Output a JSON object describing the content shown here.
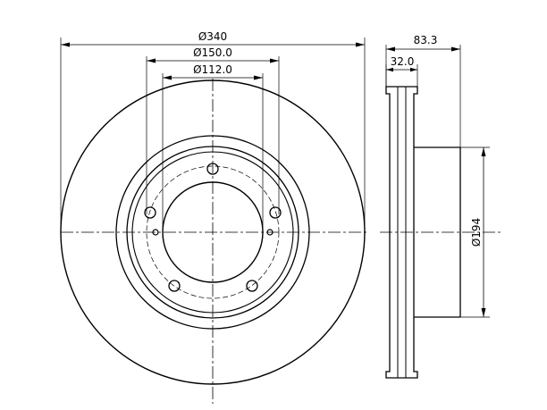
{
  "front_view": {
    "outer_diameter_label": "Ø340",
    "bolt_circle_label": "Ø150.0",
    "center_bore_label": "Ø112.0"
  },
  "side_view": {
    "overall_height_label": "83.3",
    "disc_thickness_label": "32.0",
    "hat_diameter_label": "Ø194"
  }
}
